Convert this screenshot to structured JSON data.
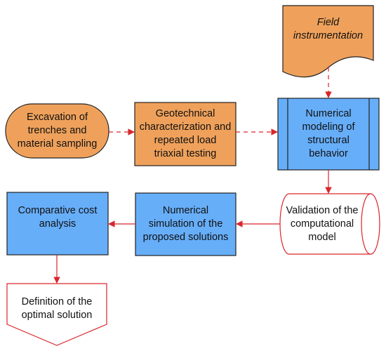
{
  "colors": {
    "orange_fill": "#EFA15B",
    "blue_fill": "#67AEF9",
    "stroke": "#222222",
    "arrow_red": "#D9262B"
  },
  "nodes": {
    "field_instrumentation": {
      "lines": [
        "Field",
        "instrumentation"
      ]
    },
    "excavation": {
      "lines": [
        "Excavation of",
        "trenches and",
        "material sampling"
      ]
    },
    "geotechnical": {
      "lines": [
        "Geotechnical",
        "characterization and",
        "repeated load",
        "triaxial testing"
      ]
    },
    "numerical_modeling": {
      "lines": [
        "Numerical",
        "modeling of",
        "structural",
        "behavior"
      ]
    },
    "validation": {
      "lines": [
        "Validation of the",
        "computational",
        "model"
      ]
    },
    "numerical_simulation": {
      "lines": [
        "Numerical",
        "simulation of the",
        "proposed solutions"
      ]
    },
    "comparative_cost": {
      "lines": [
        "Comparative cost",
        "analysis"
      ]
    },
    "optimal_solution": {
      "lines": [
        "Definition of the",
        "optimal solution"
      ]
    }
  }
}
